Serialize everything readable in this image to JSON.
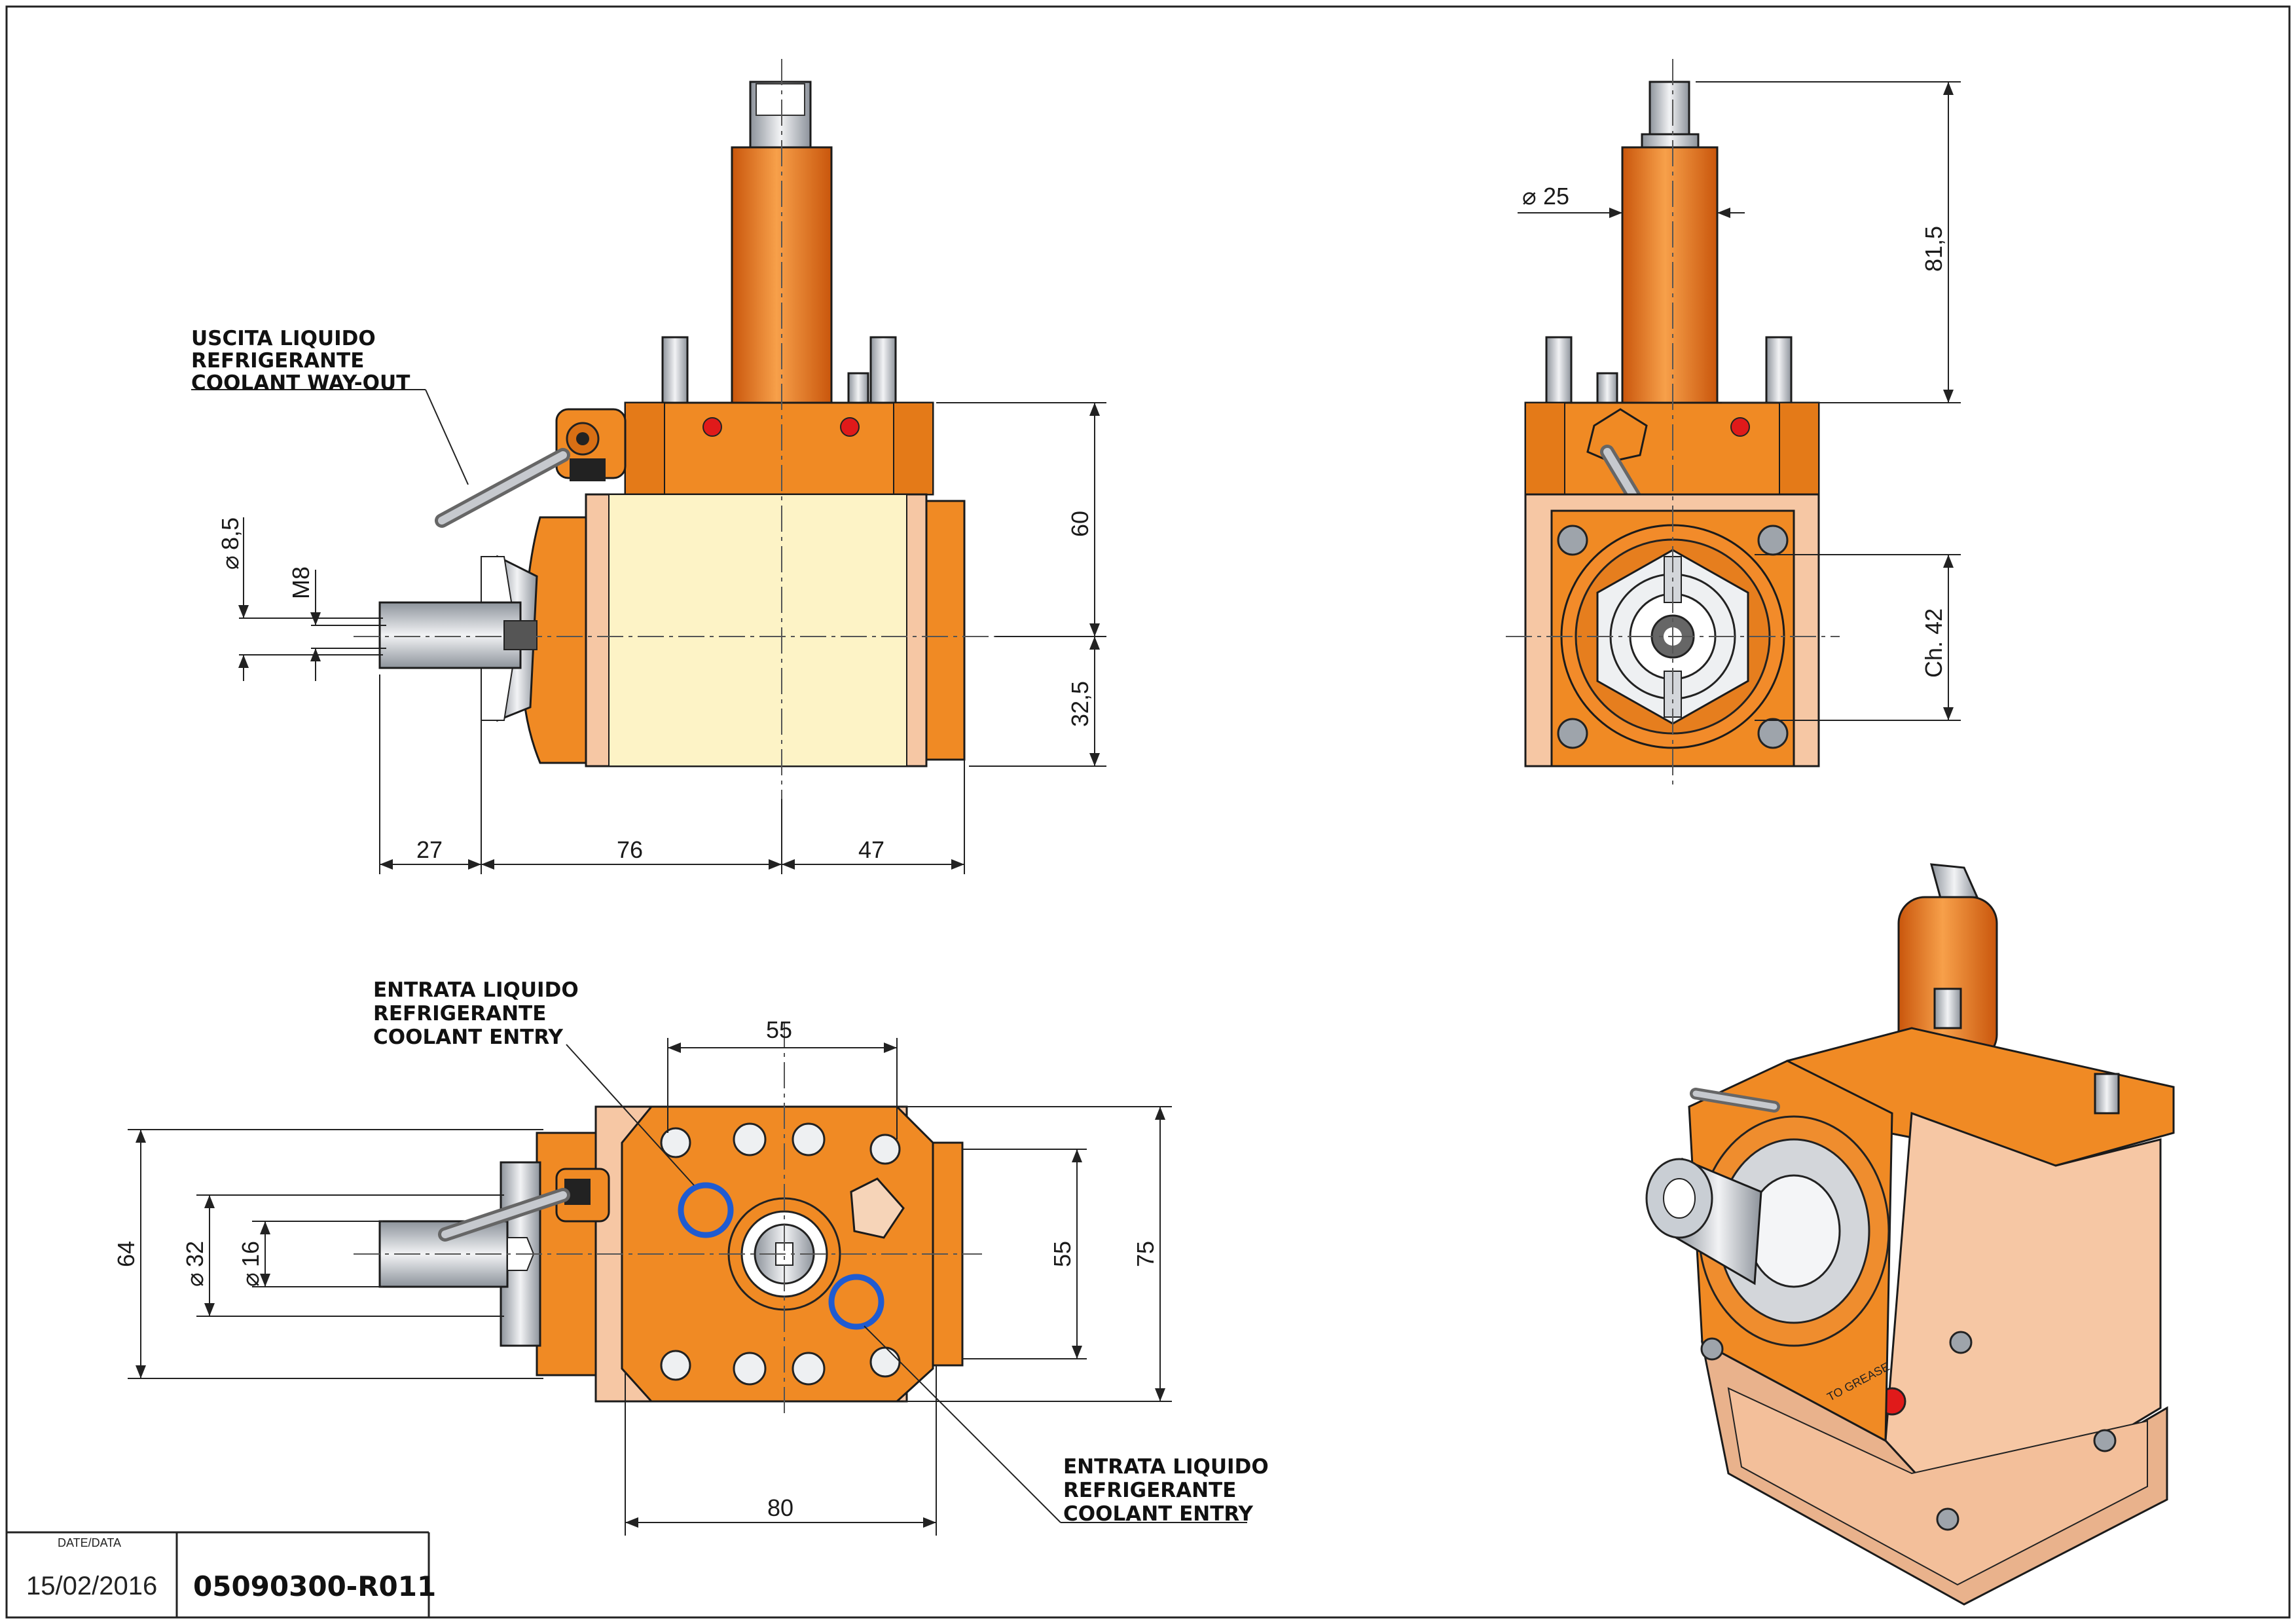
{
  "drawing": {
    "notes": {
      "coolant_way_out": [
        "USCITA LIQUIDO",
        "REFRIGERANTE",
        "COOLANT WAY-OUT"
      ],
      "coolant_entry_top": [
        "ENTRATA LIQUIDO",
        "REFRIGERANTE",
        "COOLANT ENTRY"
      ],
      "coolant_entry_bottom": [
        "ENTRATA LIQUIDO",
        "REFRIGERANTE",
        "COOLANT ENTRY"
      ]
    },
    "side_view": {
      "dims": {
        "d8_5": "8,5",
        "m8": "M8",
        "h60": "60",
        "h32_5": "32,5",
        "w27": "27",
        "w76": "76",
        "w47": "47"
      }
    },
    "front_view": {
      "dims": {
        "d25": "25",
        "h81_5": "81,5",
        "ch42": "Ch. 42"
      }
    },
    "top_view": {
      "dims": {
        "w55_top": "55",
        "h64": "64",
        "d32": "32",
        "d16": "16",
        "h55_right": "55",
        "h75": "75",
        "w80": "80"
      }
    },
    "iso_view": {
      "label": "TO GREASE"
    },
    "diameter_symbol": "⌀"
  },
  "title_block": {
    "date_label": "DATE/DATA",
    "date": "15/02/2016",
    "code": "05090300-R011"
  },
  "colors": {
    "orange": "#f08a24",
    "orange_dark": "#b85a10",
    "salmon": "#f6c7a4",
    "cream": "#fdf3c6",
    "steel": "#c8ccd2",
    "red_dot": "#e01a1a"
  }
}
